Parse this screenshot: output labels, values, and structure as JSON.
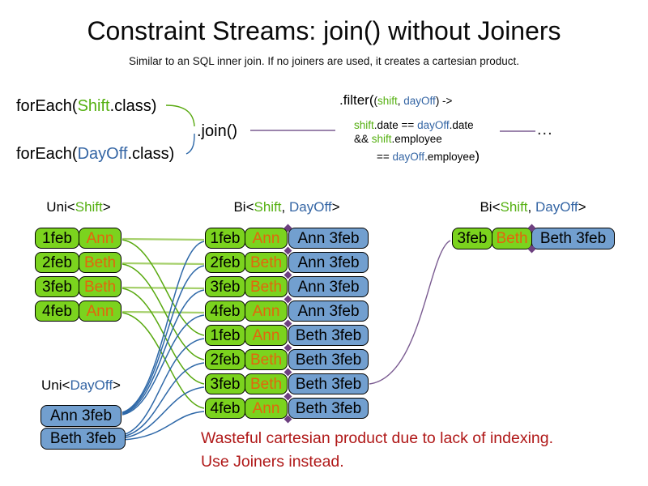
{
  "title": "Constraint Streams: join() without Joiners",
  "subtitle": "Similar to an SQL inner join. If no joiners are used, it creates a cartesian product.",
  "code": {
    "foreach_shift": {
      "pre": "forEach(",
      "cls": "Shift",
      "post": ".class)"
    },
    "foreach_dayoff": {
      "pre": "forEach(",
      "cls": "DayOff",
      "post": ".class)"
    },
    "join": ".join()",
    "filter": {
      "open": ".filter(",
      "lparen": "(",
      "param1": "shift",
      "comma": ", ",
      "param2": "dayOff",
      "arrow": ") ->",
      "l2_shift": "shift",
      "l2_mid": ".date == ",
      "l2_dayoff": "dayOff",
      "l2_end": ".date",
      "l3_and": "&& ",
      "l3_shift": "shift",
      "l3_end": ".employee",
      "l4_eq": "== ",
      "l4_dayoff": "dayOff",
      "l4_end": ".employee",
      "close": ")"
    },
    "ellipsis": "..."
  },
  "labels": {
    "uni_shift": {
      "pre": "Uni<",
      "type1": "Shift",
      "post": ">"
    },
    "uni_dayoff": {
      "pre": "Uni<",
      "type1": "DayOff",
      "post": ">"
    },
    "bi_mid": {
      "pre": "Bi<",
      "type1": "Shift",
      "sep": ", ",
      "type2": "DayOff",
      "post": ">"
    },
    "bi_right": {
      "pre": "Bi<",
      "type1": "Shift",
      "sep": ", ",
      "type2": "DayOff",
      "post": ">"
    }
  },
  "shift_rows": [
    {
      "date": "1feb",
      "name": "Ann"
    },
    {
      "date": "2feb",
      "name": "Beth"
    },
    {
      "date": "3feb",
      "name": "Beth"
    },
    {
      "date": "4feb",
      "name": "Ann"
    }
  ],
  "dayoff_rows": [
    {
      "label": "Ann 3feb"
    },
    {
      "label": "Beth 3feb"
    }
  ],
  "joined_rows": [
    {
      "date": "1feb",
      "name": "Ann",
      "dayoff": "Ann 3feb"
    },
    {
      "date": "2feb",
      "name": "Beth",
      "dayoff": "Ann 3feb"
    },
    {
      "date": "3feb",
      "name": "Beth",
      "dayoff": "Ann 3feb"
    },
    {
      "date": "4feb",
      "name": "Ann",
      "dayoff": "Ann 3feb"
    },
    {
      "date": "1feb",
      "name": "Ann",
      "dayoff": "Beth 3feb"
    },
    {
      "date": "2feb",
      "name": "Beth",
      "dayoff": "Beth 3feb"
    },
    {
      "date": "3feb",
      "name": "Beth",
      "dayoff": "Beth 3feb"
    },
    {
      "date": "4feb",
      "name": "Ann",
      "dayoff": "Beth 3feb"
    }
  ],
  "result_rows": [
    {
      "date": "3feb",
      "name": "Beth",
      "dayoff": "Beth 3feb"
    }
  ],
  "warning": {
    "line1": "Wasteful cartesian product due to lack of indexing.",
    "line2": "Use Joiners instead."
  },
  "colors": {
    "shift_green": "#7bd31e",
    "dayoff_blue": "#729fcf",
    "code_green": "#55b011",
    "code_blue": "#3465a4",
    "name_orange": "#e3650d",
    "warning_red": "#b01818",
    "wire_green_light": "#a6d06c",
    "wire_green": "#58a90f",
    "wire_blue": "#2e68a8",
    "wire_purple": "#7a5b91"
  }
}
